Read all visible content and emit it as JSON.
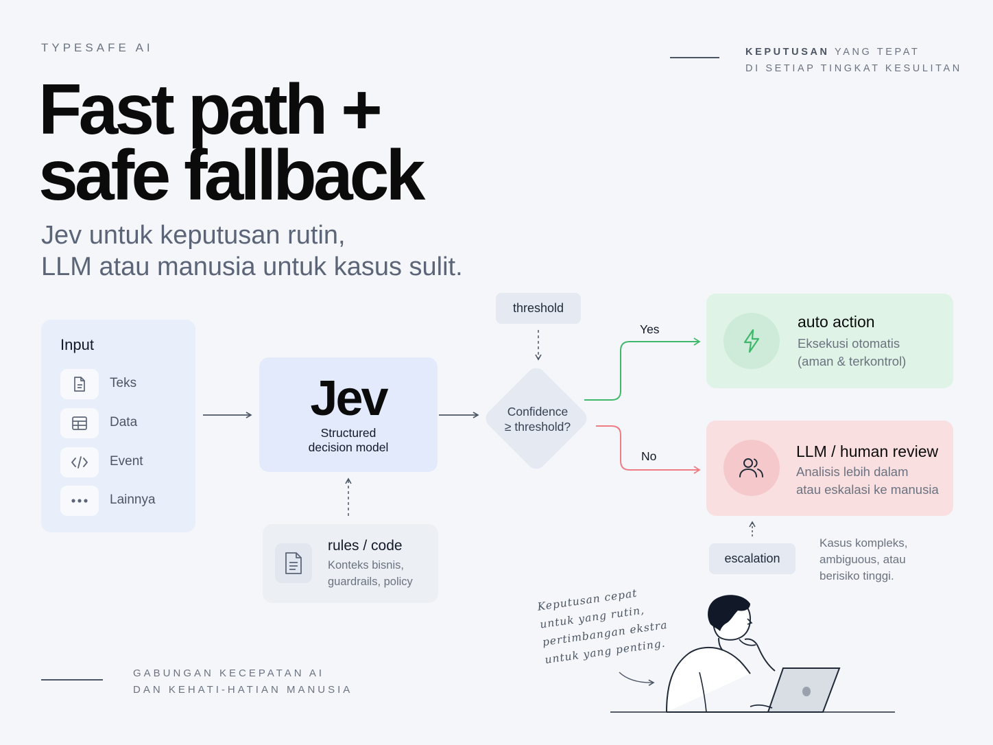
{
  "header": {
    "brand": "TYPESAFE AI",
    "tagline_line1_bold": "KEPUTUSAN",
    "tagline_line1_rest": " YANG TEPAT",
    "tagline_line2": "DI SETIAP TINGKAT KESULITAN"
  },
  "title": {
    "line1": "Fast path +",
    "line2": "safe fallback"
  },
  "subtitle": {
    "line1": "Jev untuk keputusan rutin,",
    "line2": "LLM atau manusia untuk kasus sulit."
  },
  "input": {
    "title": "Input",
    "items": [
      {
        "label": "Teks",
        "icon": "document-icon"
      },
      {
        "label": "Data",
        "icon": "table-icon"
      },
      {
        "label": "Event",
        "icon": "code-icon"
      },
      {
        "label": "Lainnya",
        "icon": "more-icon"
      }
    ]
  },
  "model": {
    "name": "Jev",
    "subtitle_line1": "Structured",
    "subtitle_line2": "decision model"
  },
  "rules": {
    "title": "rules / code",
    "desc_line1": "Konteks bisnis,",
    "desc_line2": "guardrails, policy"
  },
  "threshold": {
    "label": "threshold",
    "question_line1": "Confidence",
    "question_line2": "≥ threshold?"
  },
  "branches": {
    "yes": "Yes",
    "no": "No"
  },
  "auto_action": {
    "title": "auto action",
    "desc_line1": "Eksekusi otomatis",
    "desc_line2": "(aman & terkontrol)",
    "color": "#3fb86b"
  },
  "human_review": {
    "title": "LLM / human review",
    "desc_line1": "Analisis lebih dalam",
    "desc_line2": "atau eskalasi ke manusia",
    "color": "#ef7b83"
  },
  "escalation": {
    "label": "escalation",
    "note_line1": "Kasus kompleks,",
    "note_line2": "ambiguous, atau",
    "note_line3": "berisiko tinggi."
  },
  "handnote": {
    "line1": "Keputusan cepat",
    "line2": "untuk yang rutin,",
    "line3": "pertimbangan ekstra",
    "line4": "untuk yang penting."
  },
  "footer": {
    "line1": "GABUNGAN KECEPATAN AI",
    "line2": "DAN KEHATI-HATIAN MANUSIA"
  }
}
